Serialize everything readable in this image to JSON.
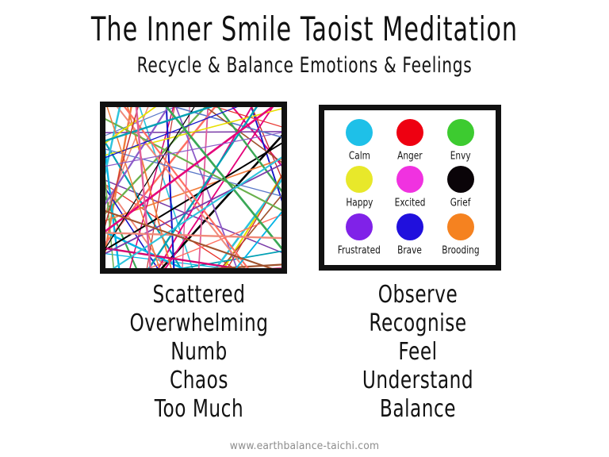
{
  "header": {
    "title": "The Inner Smile Taoist Meditation",
    "subtitle": "Recycle & Balance Emotions & Feelings"
  },
  "panels": {
    "chaos": {
      "name": "scattered-lines-illustration",
      "border_color": "#111111",
      "background": "#ffffff",
      "line_colors": [
        "#00b4e6",
        "#e5007a",
        "#e8342c",
        "#1414c8",
        "#000000",
        "#3aa856",
        "#f07c3c",
        "#e8e000",
        "#7a3ca8",
        "#f08a7a",
        "#00a0b4",
        "#d4006e",
        "#5a78c8",
        "#c83232",
        "#8c5ac8",
        "#2ec4dc",
        "#e0609c",
        "#a0522d",
        "#6ab04c",
        "#ff6f61"
      ]
    },
    "emotions": {
      "name": "emotion-color-key",
      "border_color": "#111111",
      "background": "#ffffff",
      "items": [
        {
          "label": "Calm",
          "color": "#1ec0e8"
        },
        {
          "label": "Anger",
          "color": "#ee0011"
        },
        {
          "label": "Envy",
          "color": "#3dcb30"
        },
        {
          "label": "Happy",
          "color": "#e8e82a"
        },
        {
          "label": "Excited",
          "color": "#f032e0"
        },
        {
          "label": "Grief",
          "color": "#0a0408"
        },
        {
          "label": "Frustrated",
          "color": "#8022e8"
        },
        {
          "label": "Brave",
          "color": "#2010dd"
        },
        {
          "label": "Brooding",
          "color": "#f58220"
        }
      ]
    }
  },
  "lists": {
    "left": [
      "Scattered",
      "Overwhelming",
      "Numb",
      "Chaos",
      "Too Much"
    ],
    "right": [
      "Observe",
      "Recognise",
      "Feel",
      "Understand",
      "Balance"
    ]
  },
  "footer": {
    "url": "www.earthbalance-taichi.com"
  }
}
